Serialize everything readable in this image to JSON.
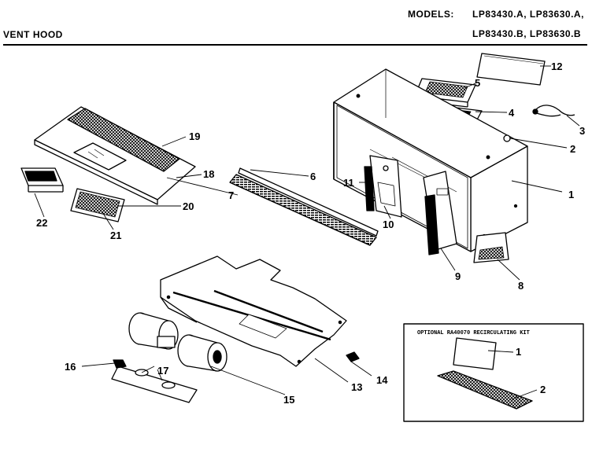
{
  "header": {
    "models_label": "MODELS:",
    "models_line1": "LP83430.A, LP83630.A,",
    "models_line2": "LP83430.B, LP83630.B",
    "section_title": "VENT HOOD"
  },
  "kit": {
    "title": "OPTIONAL RA40070 RECIRCULATING KIT",
    "callouts": [
      "1",
      "2"
    ]
  },
  "callouts": [
    "1",
    "2",
    "3",
    "4",
    "5",
    "6",
    "7",
    "8",
    "9",
    "10",
    "11",
    "12",
    "13",
    "14",
    "15",
    "16",
    "17",
    "18",
    "19",
    "20",
    "21",
    "22"
  ]
}
